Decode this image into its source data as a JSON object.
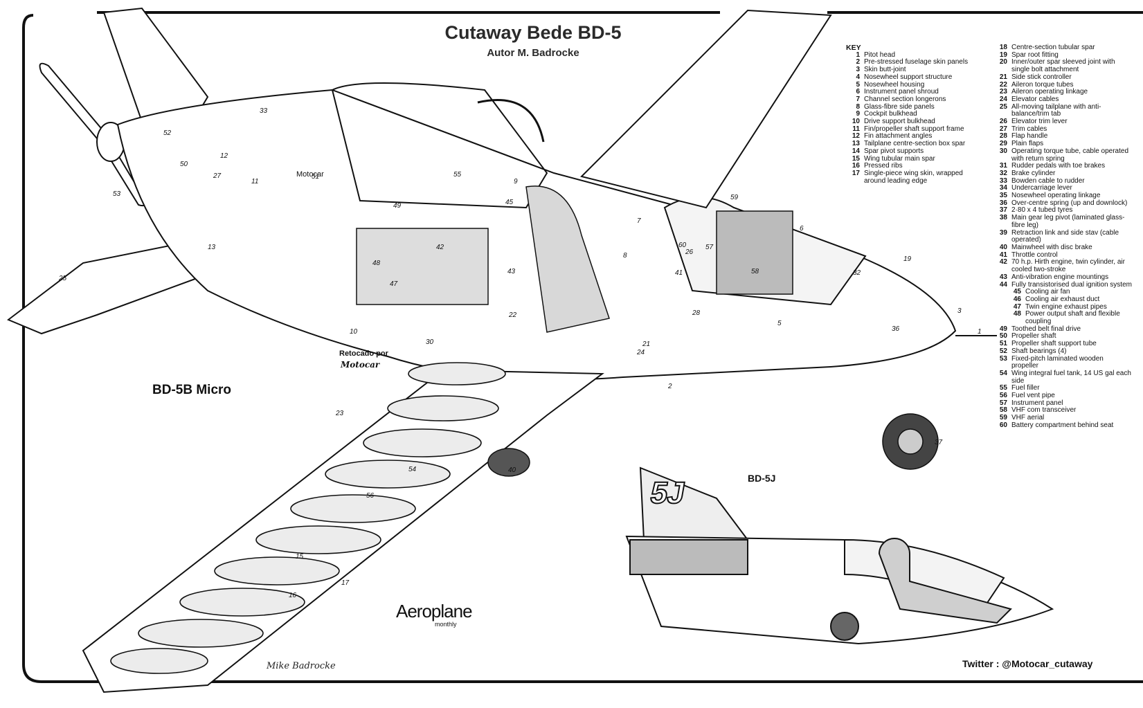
{
  "title": "Cutaway Bede BD-5",
  "subtitle": "Autor M. Badrocke",
  "variant_main": "BD-5B  Micro",
  "variant_small": "BD-5J",
  "tail_code": "5J",
  "retouch_label": "Retocado por",
  "retouch_name": "Motocar",
  "fuselage_text": "Motocar",
  "magazine_logo": "Aeroplane",
  "magazine_logo_sub": "monthly",
  "artist_signature": "Mike Badrocke",
  "twitter": "Twitter : @Motocar_cutaway",
  "key_heading": "KEY",
  "key_col1": [
    {
      "n": "1",
      "t": "Pitot head"
    },
    {
      "n": "2",
      "t": "Pre-stressed fuselage skin panels"
    },
    {
      "n": "3",
      "t": "Skin butt-joint"
    },
    {
      "n": "4",
      "t": "Nosewheel support structure"
    },
    {
      "n": "5",
      "t": "Nosewheel housing"
    },
    {
      "n": "6",
      "t": "Instrument panel shroud"
    },
    {
      "n": "7",
      "t": "Channel section longerons"
    },
    {
      "n": "8",
      "t": "Glass-fibre side panels"
    },
    {
      "n": "9",
      "t": "Cockpit bulkhead"
    },
    {
      "n": "10",
      "t": "Drive support bulkhead"
    },
    {
      "n": "11",
      "t": "Fin/propeller shaft support frame"
    },
    {
      "n": "12",
      "t": "Fin attachment angles"
    },
    {
      "n": "13",
      "t": "Tailplane centre-section box spar"
    },
    {
      "n": "14",
      "t": "Spar pivot supports"
    },
    {
      "n": "15",
      "t": "Wing tubular main spar"
    },
    {
      "n": "16",
      "t": "Pressed ribs"
    },
    {
      "n": "17",
      "t": "Single-piece wing skin, wrapped around leading edge"
    }
  ],
  "key_col2": [
    {
      "n": "18",
      "t": "Centre-section tubular spar"
    },
    {
      "n": "19",
      "t": "Spar root fitting"
    },
    {
      "n": "20",
      "t": "Inner/outer spar sleeved joint with single bolt attachment"
    },
    {
      "n": "21",
      "t": "Side stick controller"
    },
    {
      "n": "22",
      "t": "Aileron torque tubes"
    },
    {
      "n": "23",
      "t": "Aileron operating linkage"
    },
    {
      "n": "24",
      "t": "Elevator cables"
    },
    {
      "n": "25",
      "t": "All-moving tailplane with anti-balance/trim tab"
    },
    {
      "n": "26",
      "t": "Elevator trim lever"
    },
    {
      "n": "27",
      "t": "Trim cables"
    },
    {
      "n": "28",
      "t": "Flap handle"
    },
    {
      "n": "29",
      "t": "Plain flaps"
    },
    {
      "n": "30",
      "t": "Operating torque tube, cable operated with return spring"
    },
    {
      "n": "31",
      "t": "Rudder pedals with toe brakes"
    },
    {
      "n": "32",
      "t": "Brake cylinder"
    },
    {
      "n": "33",
      "t": "Bowden cable to rudder"
    },
    {
      "n": "34",
      "t": "Undercarriage lever"
    },
    {
      "n": "35",
      "t": "Nosewheel operating linkage"
    },
    {
      "n": "36",
      "t": "Over-centre spring (up and downlock)"
    },
    {
      "n": "37",
      "t": "2·80 x 4 tubed tyres"
    },
    {
      "n": "38",
      "t": "Main gear leg pivot (laminated glass-fibre leg)"
    },
    {
      "n": "39",
      "t": "Retraction link and side stav (cable operated)"
    },
    {
      "n": "40",
      "t": "Mainwheel with disc brake"
    },
    {
      "n": "41",
      "t": "Throttle control"
    },
    {
      "n": "42",
      "t": "70 h.p. Hirth engine, twin cylinder, air cooled two-stroke"
    },
    {
      "n": "43",
      "t": "Anti-vibration engine mountings"
    },
    {
      "n": "44",
      "t": "Fully transistorised dual ignition system"
    },
    {
      "n": "45",
      "t": "Cooling air fan",
      "indent": true
    },
    {
      "n": "46",
      "t": "Cooling air exhaust duct",
      "indent": true
    },
    {
      "n": "47",
      "t": "Twin engine exhaust pipes",
      "indent": true
    },
    {
      "n": "48",
      "t": "Power output shaft and flexible coupling",
      "indent": true
    },
    {
      "n": "49",
      "t": "Toothed belt final drive"
    },
    {
      "n": "50",
      "t": "Propeller shaft"
    },
    {
      "n": "51",
      "t": "Propeller shaft support tube"
    },
    {
      "n": "52",
      "t": "Shaft bearings (4)"
    },
    {
      "n": "53",
      "t": "Fixed-pitch laminated wooden propeller"
    },
    {
      "n": "54",
      "t": "Wing integral fuel tank, 14 US gal each side"
    },
    {
      "n": "55",
      "t": "Fuel filler"
    },
    {
      "n": "56",
      "t": "Fuel vent pipe"
    },
    {
      "n": "57",
      "t": "Instrument panel"
    },
    {
      "n": "58",
      "t": "VHF com transceiver"
    },
    {
      "n": "59",
      "t": "VHF aerial"
    },
    {
      "n": "60",
      "t": "Battery compartment behind seat"
    }
  ],
  "callouts": [
    {
      "t": "1"
    },
    {
      "t": "2"
    },
    {
      "t": "3"
    },
    {
      "t": "5"
    },
    {
      "t": "6"
    },
    {
      "t": "7"
    },
    {
      "t": "8"
    },
    {
      "t": "9"
    },
    {
      "t": "10"
    },
    {
      "t": "11"
    },
    {
      "t": "12"
    },
    {
      "t": "13"
    },
    {
      "t": "15"
    },
    {
      "t": "16"
    },
    {
      "t": "17"
    },
    {
      "t": "19"
    },
    {
      "t": "21"
    },
    {
      "t": "22"
    },
    {
      "t": "23"
    },
    {
      "t": "24"
    },
    {
      "t": "25"
    },
    {
      "t": "26"
    },
    {
      "t": "27"
    },
    {
      "t": "28"
    },
    {
      "t": "30"
    },
    {
      "t": "32"
    },
    {
      "t": "33"
    },
    {
      "t": "36"
    },
    {
      "t": "37"
    },
    {
      "t": "40"
    },
    {
      "t": "41"
    },
    {
      "t": "42"
    },
    {
      "t": "43"
    },
    {
      "t": "45"
    },
    {
      "t": "47"
    },
    {
      "t": "48"
    },
    {
      "t": "49"
    },
    {
      "t": "50"
    },
    {
      "t": "51"
    },
    {
      "t": "52"
    },
    {
      "t": "53"
    },
    {
      "t": "54"
    },
    {
      "t": "55"
    },
    {
      "t": "56"
    },
    {
      "t": "57"
    },
    {
      "t": "58"
    },
    {
      "t": "59"
    },
    {
      "t": "60"
    }
  ]
}
